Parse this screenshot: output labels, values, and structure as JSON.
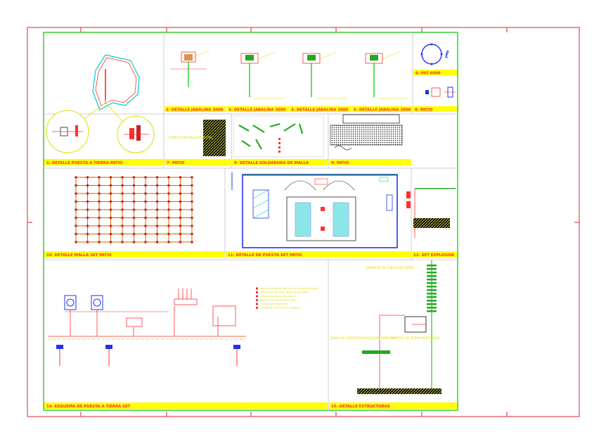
{
  "colors": {
    "background": "#ffffff",
    "frame": "#e0202a",
    "panel_border": "#22cc22",
    "title_strip": "#ffff00",
    "title_text": "#ff2a2a",
    "conductor": "#ff2020",
    "grid_node": "#cc6600",
    "equipment": "#2233ee",
    "annotation": "#ffff00",
    "cyan": "#00cccc",
    "dark": "#111111"
  },
  "panels": {
    "p1": "1- DETALLE PUESTA A TIERRA PATIO",
    "p2": "2- DETALLE JABALINA 3000",
    "p3": "3- DETALLE JABALINA 3000",
    "p4": "4- DETALLE JABALINA 3000",
    "p5": "5- DETALLE JABALINA 3000",
    "p6": "6- PAT 6000",
    "p7": "7- PATIO",
    "p8": "8- PATIO",
    "p9": "9- DETALLE SOLDADURA DE MALLA",
    "p10": "9- PATIO",
    "p11": "10- DETALLE MALLA SET PATIO",
    "p12": "11- DETALLE DE PUESTA SET PATIO",
    "p13": "12- SET EXPLOSIVA",
    "p14": "14- ESQUEMA DE PUESTA A TIERRA SET",
    "p15": "15- DETALLE ESTRUCTURAS"
  },
  "labels": {
    "conductor_malla": "CONDUCTOR MALLA PRINCIPAL",
    "gabinete": "GABINETE DE CABLES EN TIERRA",
    "barra": "BARRA DE EQUIPOTENCIALIZACION PRINCIPAL",
    "control": "CONTROL DE TIERRA PATIO NEGRA"
  },
  "legend": [
    "Nota de conexion de tierra a la malla principal",
    "Conductor de cobre desnudo 4/0 AWG",
    "Soldadura exotermica tipo X",
    "Jabalina de cobre 5/8 x 3000",
    "Camara de inspeccion",
    "Conexion a estructura metalica"
  ]
}
